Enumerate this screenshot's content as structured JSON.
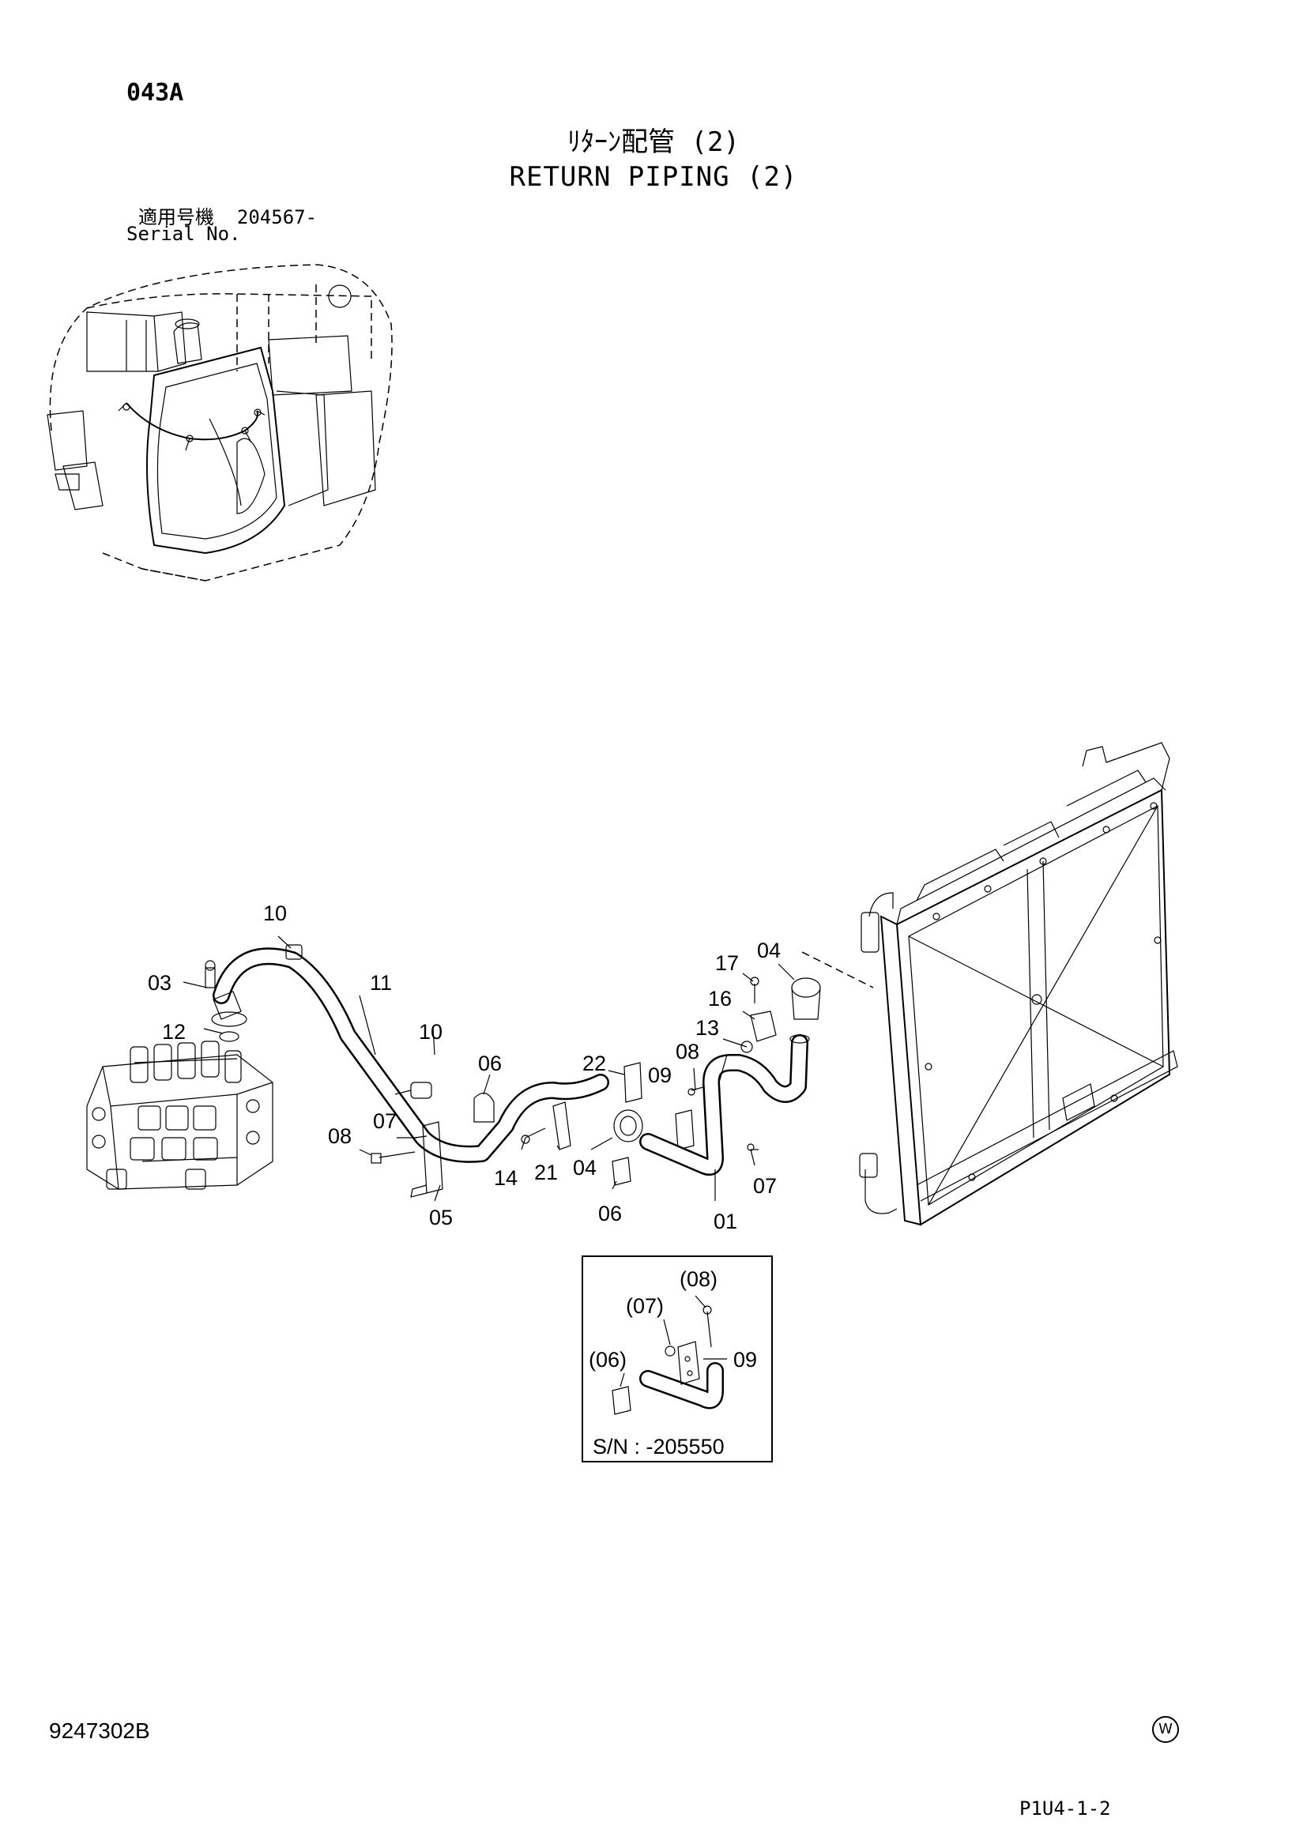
{
  "header": {
    "page_code": "043A",
    "title_jp": "ﾘﾀｰﾝ配管 (2)",
    "title_en": "RETURN PIPING (2)",
    "serial_label_jp": "適用号機",
    "serial_value": "204567-",
    "serial_label_en": "Serial No."
  },
  "callouts": {
    "c10a": "10",
    "c03": "03",
    "c11": "11",
    "c12": "12",
    "c10b": "10",
    "c06a": "06",
    "c07a": "07",
    "c08a": "08",
    "c05": "05",
    "c22": "22",
    "c14": "14",
    "c21": "21",
    "c04a": "04",
    "c06b": "06",
    "c09": "09",
    "c08b": "08",
    "c13": "13",
    "c16": "16",
    "c17": "17",
    "c04b": "04",
    "c07b": "07",
    "c01": "01"
  },
  "inset": {
    "c07": "(07)",
    "c08": "(08)",
    "c06": "(06)",
    "c09": "09",
    "serial_note": "S/N : -205550"
  },
  "footer": {
    "drawing_no": "9247302B",
    "mark": "W",
    "page_ref": "P1U4-1-2"
  }
}
